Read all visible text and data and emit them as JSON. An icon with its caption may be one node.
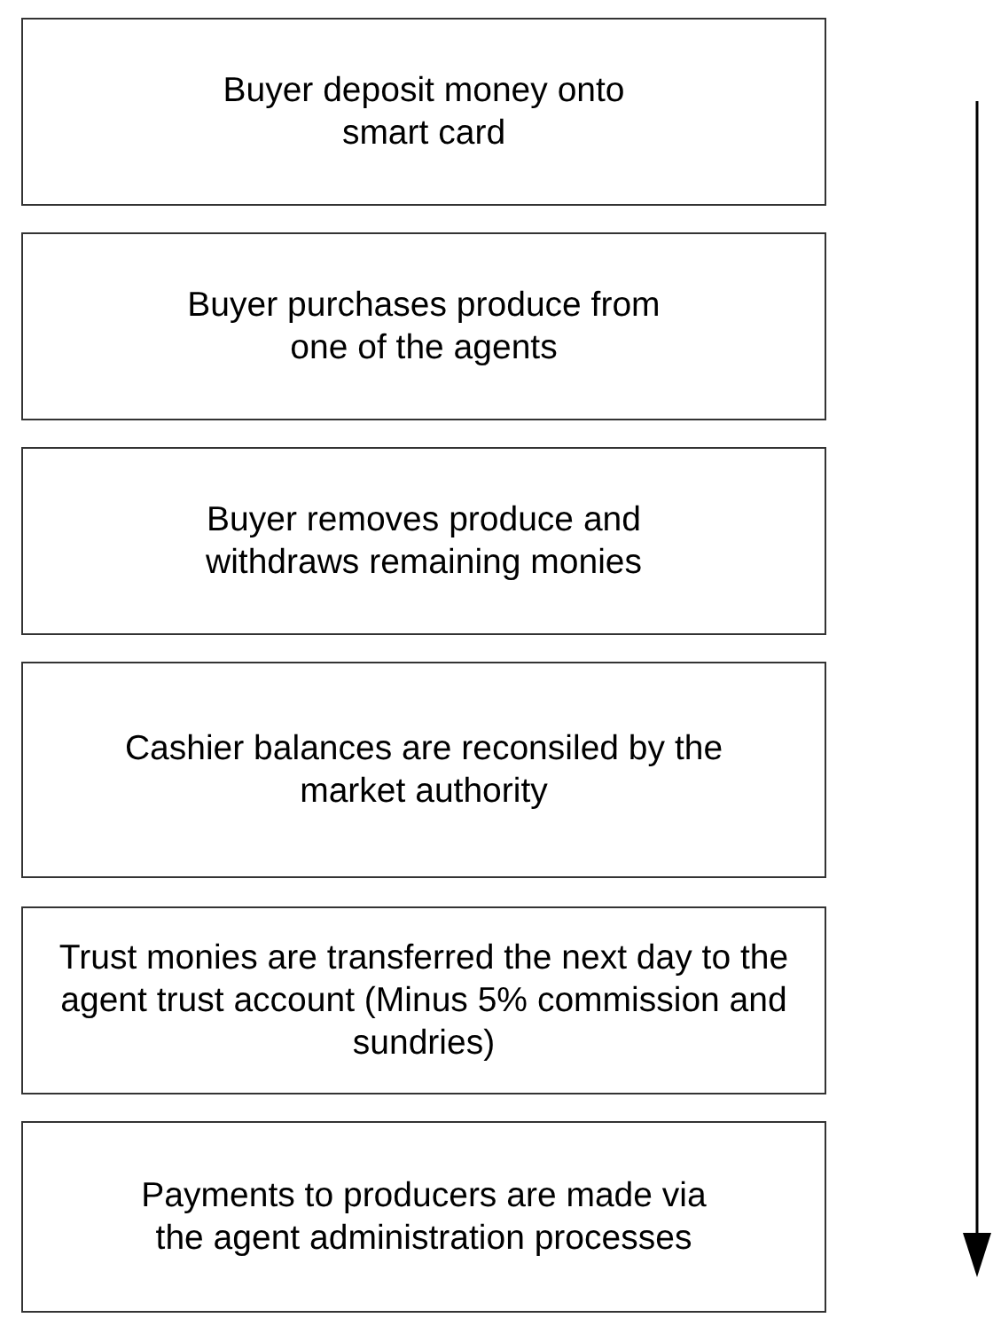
{
  "diagram": {
    "nodes": [
      {
        "text": [
          "Buyer deposit money onto smart card"
        ]
      },
      {
        "text": [
          "Buyer purchases produce from one of the agents"
        ]
      },
      {
        "text": [
          "Buyer removes produce and withdraws remaining monies"
        ]
      },
      {
        "text": [
          "Cashier balances are reconsiled by the market authority"
        ]
      },
      {
        "text": [
          "Trust monies are transferred the next day to the agent trust account (Minus 5% commission and sundries)"
        ]
      },
      {
        "text": [
          "Payments to producers are made via the agent administration processes"
        ]
      }
    ]
  }
}
